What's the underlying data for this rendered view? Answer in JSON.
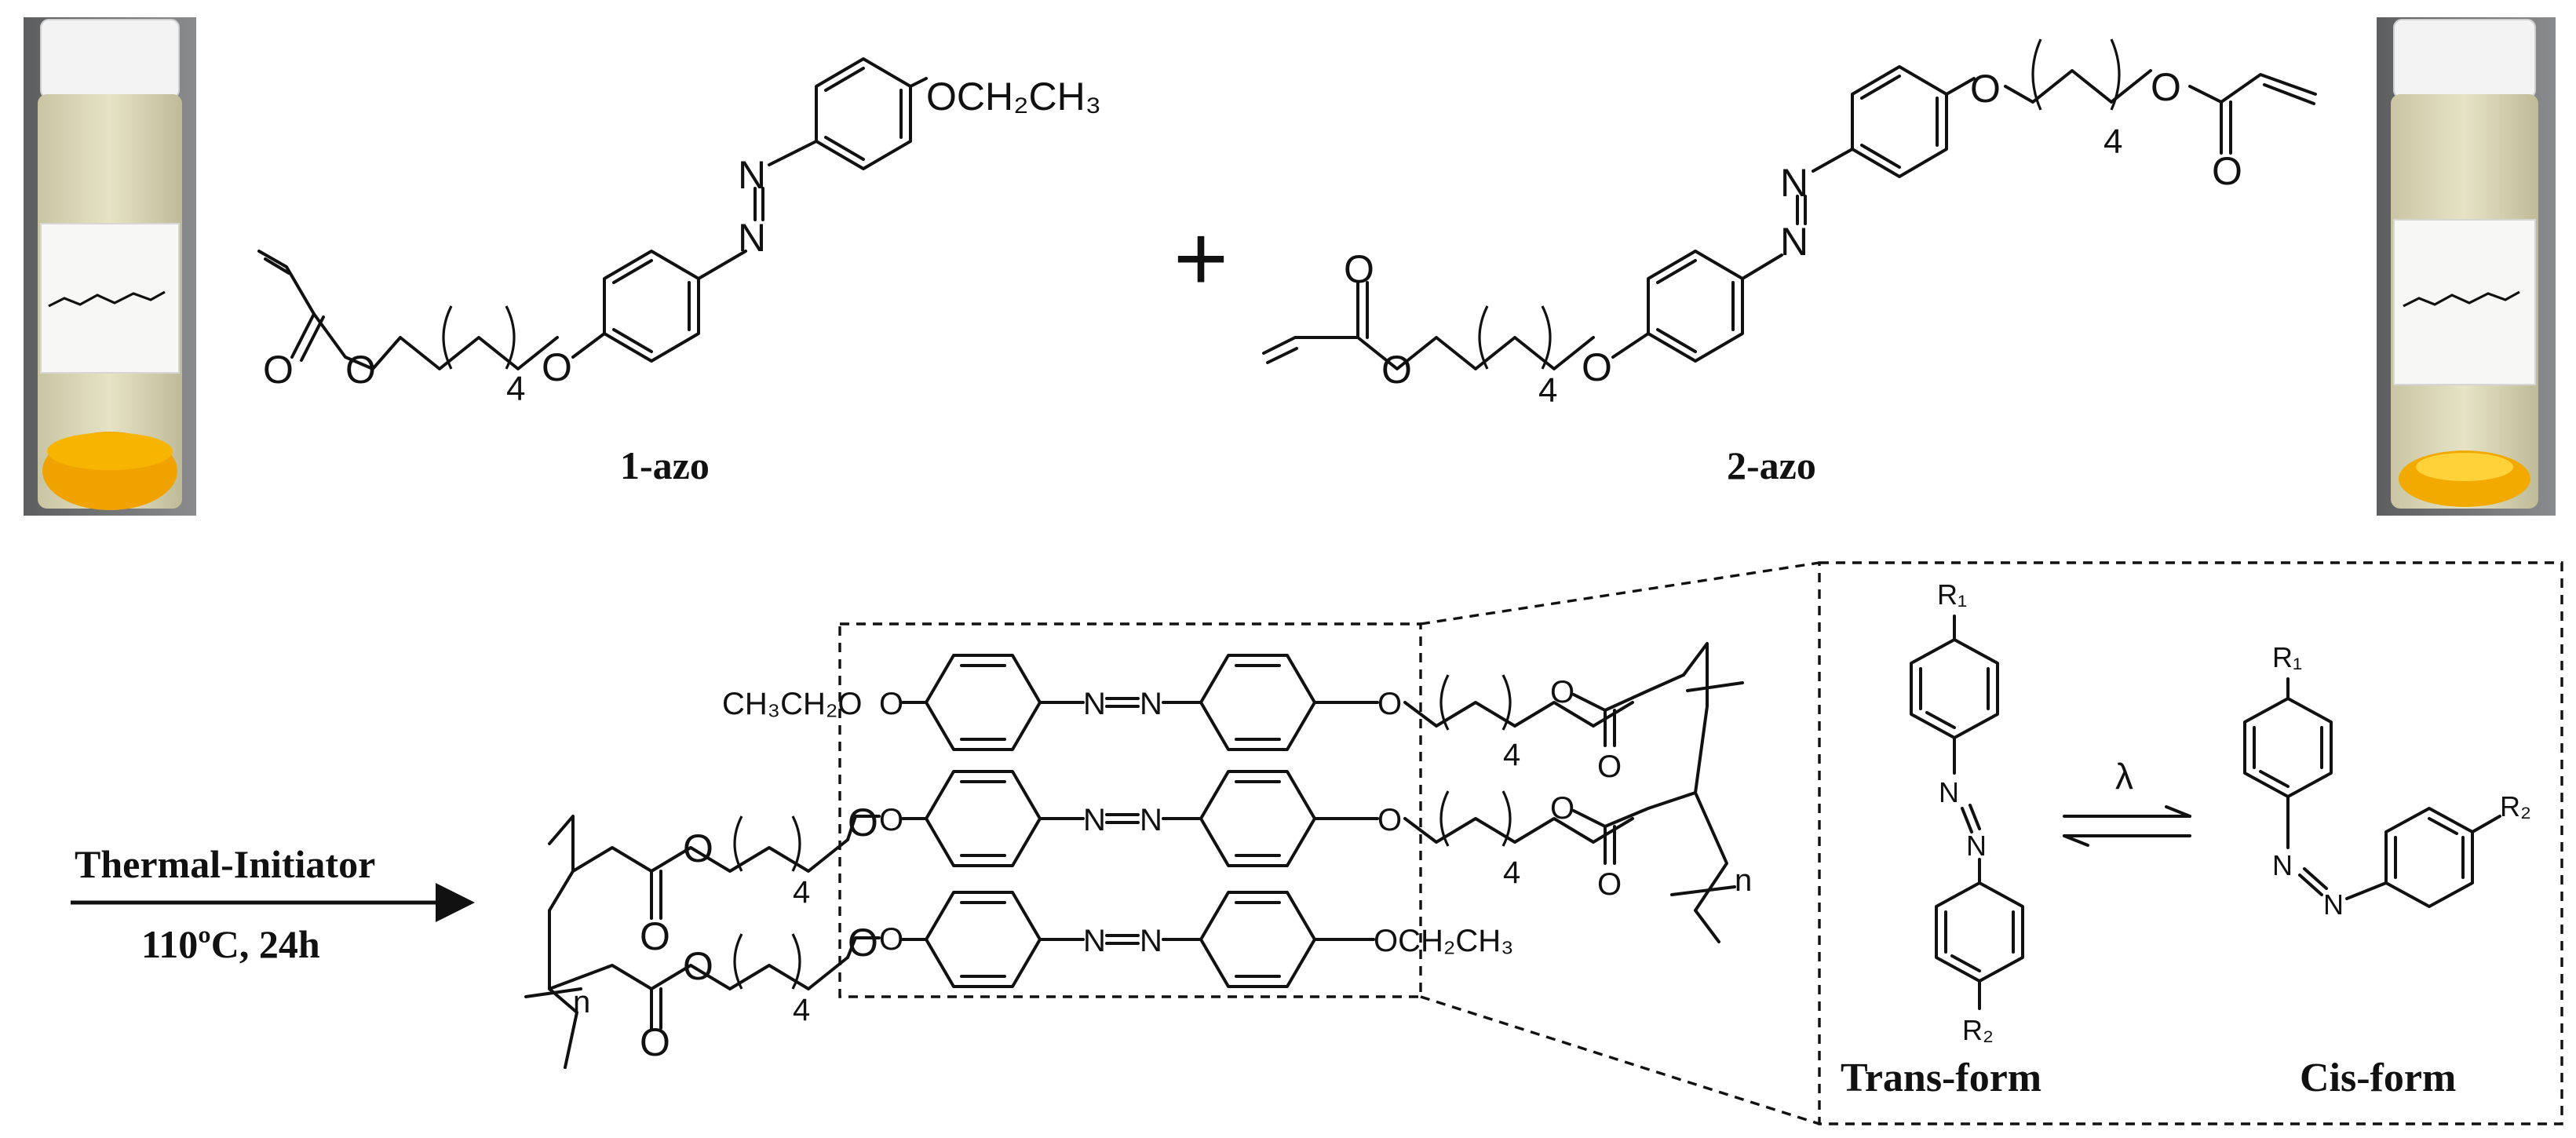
{
  "labels": {
    "monomer1": "1-azo",
    "monomer2": "2-azo",
    "condition_top": "Thermal-Initiator",
    "condition_bottom": "110ºC, 24h",
    "trans": "Trans-form",
    "cis": "Cis-form",
    "lambda": "λ",
    "plus": "+"
  },
  "atoms": {
    "o": "O",
    "n": "N",
    "four": "4",
    "n_sub": "n",
    "ethoxy": "OCH₂CH₃",
    "ethoxy_left": "CH₃CH₂O",
    "r1": "R₁",
    "r2": "R₂"
  },
  "colors": {
    "line": "#111111",
    "vial_glass": "#d9d6b6",
    "vial_cap": "#f4f4f4",
    "powder": "#f2a400",
    "background_photo": "#6f7072"
  }
}
